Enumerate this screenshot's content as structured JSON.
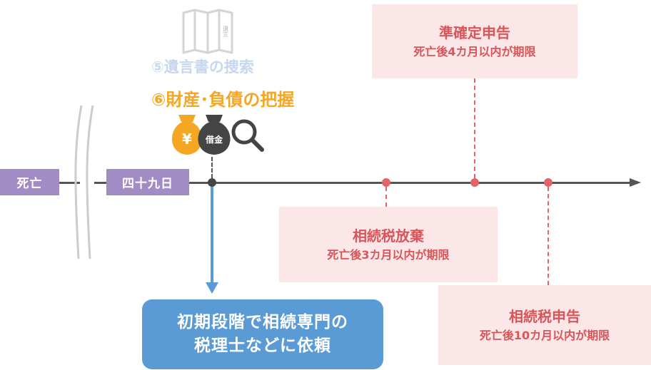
{
  "timeline": {
    "start_label": "死亡",
    "mark_49_label": "四十九日"
  },
  "tasks": {
    "will_search": "⑤遺言書の捜索",
    "will_document_text": "遺言",
    "asset_check": "⑥財産･負債の把握",
    "yen_symbol": "¥",
    "debt_bag_label": "借金"
  },
  "deadlines": [
    {
      "title": "相続税放棄",
      "subtitle": "死亡後3カ月以内が期限"
    },
    {
      "title": "準確定申告",
      "subtitle": "死亡後4カ月以内が期限"
    },
    {
      "title": "相続税申告",
      "subtitle": "死亡後10カ月以内が期限"
    }
  ],
  "cta": {
    "line1": "初期段階で相続専門の",
    "line2": "税理士などに依頼"
  },
  "colors": {
    "accent_purple": "#a28cc5",
    "deadline_red": "#d9555a",
    "deadline_bg": "#fbe7e7",
    "cta_blue": "#5b9bd5",
    "task_orange": "#f5a623",
    "task_faded": "#c6d7ef"
  }
}
